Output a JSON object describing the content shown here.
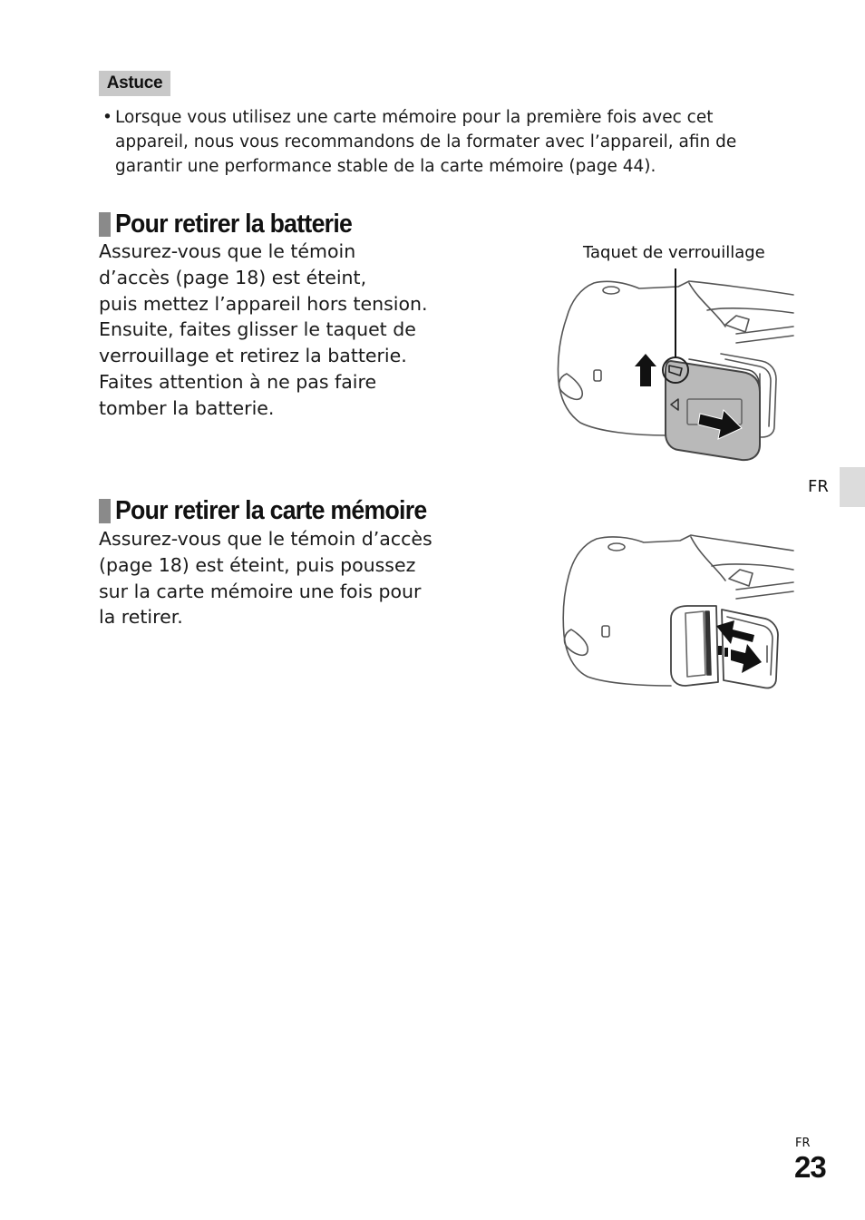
{
  "tip": {
    "label": "Astuce",
    "bullet": "•",
    "text": "Lorsque vous utilisez une carte mémoire pour la première fois avec cet appareil, nous vous recommandons de la formater avec l’appareil, afin de garantir une performance stable de la carte mémoire (page 44)."
  },
  "battery_section": {
    "title": "Pour retirer la batterie",
    "body": "Assurez-vous que le témoin\nd’accès (page 18) est éteint,\npuis mettez l’appareil hors tension.\nEnsuite, faites glisser le taquet de\nverrouillage et retirez la batterie.\nFaites attention à ne pas faire\ntomber la batterie.",
    "figure_caption": "Taquet de verrouillage"
  },
  "card_section": {
    "title": "Pour retirer la carte mémoire",
    "body": "Assurez-vous que le témoin d’accès\n(page 18) est éteint, puis poussez\nsur la carte mémoire une fois pour\nla retirer."
  },
  "side_tab": {
    "language": "FR"
  },
  "footer": {
    "language": "FR",
    "page_number": "23"
  }
}
